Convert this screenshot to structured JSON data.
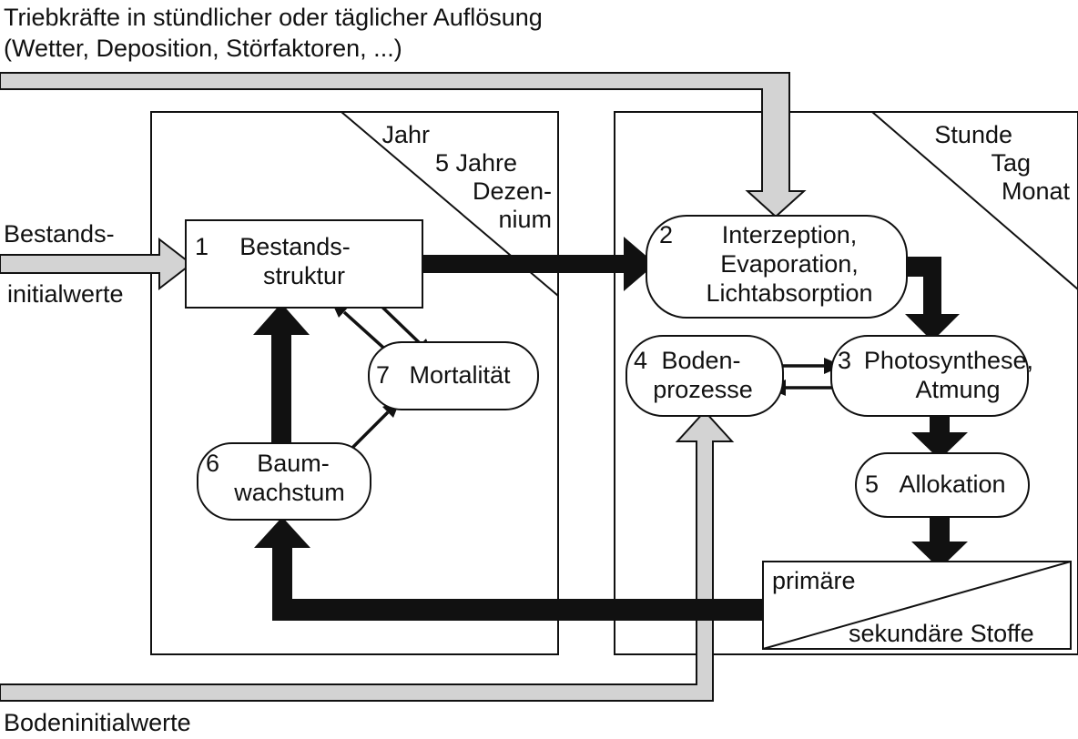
{
  "drivers": {
    "line1": "Triebkräfte in stündlicher oder täglicher Auflösung",
    "line2": "(Wetter, Deposition, Störfaktoren, ...)"
  },
  "left_panel": {
    "scale": [
      "Jahr",
      "5 Jahre",
      "Dezen-",
      "nium"
    ]
  },
  "right_panel": {
    "scale": [
      "Stunde",
      "Tag",
      "Monat"
    ]
  },
  "inputs": {
    "stand_line1": "Bestands-",
    "stand_line2": "initialwerte",
    "soil": "Bodeninitialwerte"
  },
  "nodes": {
    "n1": {
      "num": "1",
      "line1": "Bestands-",
      "line2": "struktur"
    },
    "n2": {
      "num": "2",
      "line1": "Interzeption,",
      "line2": "Evaporation,",
      "line3": "Lichtabsorption"
    },
    "n3": {
      "num": "3",
      "line1": "Photosynthese,",
      "line2": "Atmung"
    },
    "n4": {
      "num": "4",
      "line1": "Boden-",
      "line2": "prozesse"
    },
    "n5": {
      "num": "5",
      "label": "Allokation"
    },
    "n6": {
      "num": "6",
      "line1": "Baum-",
      "line2": "wachstum"
    },
    "n7": {
      "num": "7",
      "label": "Mortalität"
    }
  },
  "substances": {
    "primary": "primäre",
    "secondary": "sekundäre Stoffe"
  },
  "colors": {
    "flow_gray": "#d3d3d3",
    "flow_black": "#111111"
  }
}
